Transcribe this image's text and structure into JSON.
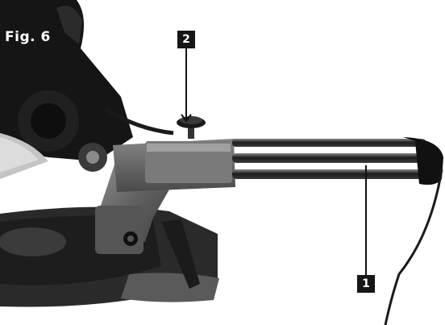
{
  "figure": {
    "label": "Fig. 6",
    "callouts": [
      {
        "number": "2"
      },
      {
        "number": "1"
      }
    ]
  },
  "colors": {
    "background": "#ffffff",
    "machine_dark": "#1a1a1a",
    "metal_grey": "#6e6e6e",
    "callout_box": "#161616",
    "callout_text": "#ffffff"
  }
}
